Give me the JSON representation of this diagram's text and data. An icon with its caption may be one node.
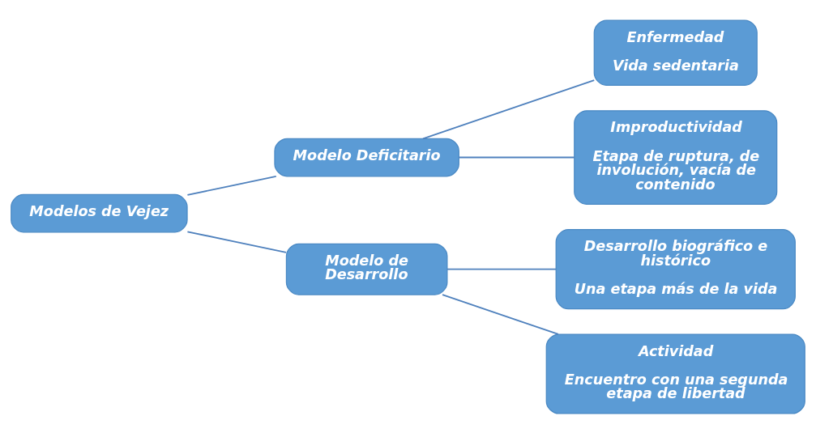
{
  "diagram": {
    "nodes": [
      {
        "text": [
          "Modelos de Vejez"
        ]
      },
      {
        "text": [
          "Modelo Deficitario"
        ]
      },
      {
        "text": [
          "Enfermedad",
          "Vida sedentaria"
        ]
      },
      {
        "text": [
          "Improductividad",
          "Etapa de ruptura, de involución, vacía de contenido"
        ]
      },
      {
        "text": [
          "Modelo de Desarrollo"
        ]
      },
      {
        "text": [
          "Desarrollo biográfico e histórico",
          "Una etapa más de la vida"
        ]
      },
      {
        "text": [
          "Actividad",
          "Encuentro con una segunda etapa de libertad"
        ]
      }
    ],
    "edges": [
      {
        "from": 0,
        "to": 1,
        "arrow": "none"
      },
      {
        "from": 0,
        "to": 4,
        "arrow": "none"
      },
      {
        "from": 1,
        "to": 2,
        "arrow": "none"
      },
      {
        "from": 1,
        "to": 3,
        "arrow": "none"
      },
      {
        "from": 4,
        "to": 5,
        "arrow": "none"
      },
      {
        "from": 4,
        "to": 6,
        "arrow": "none"
      }
    ]
  }
}
